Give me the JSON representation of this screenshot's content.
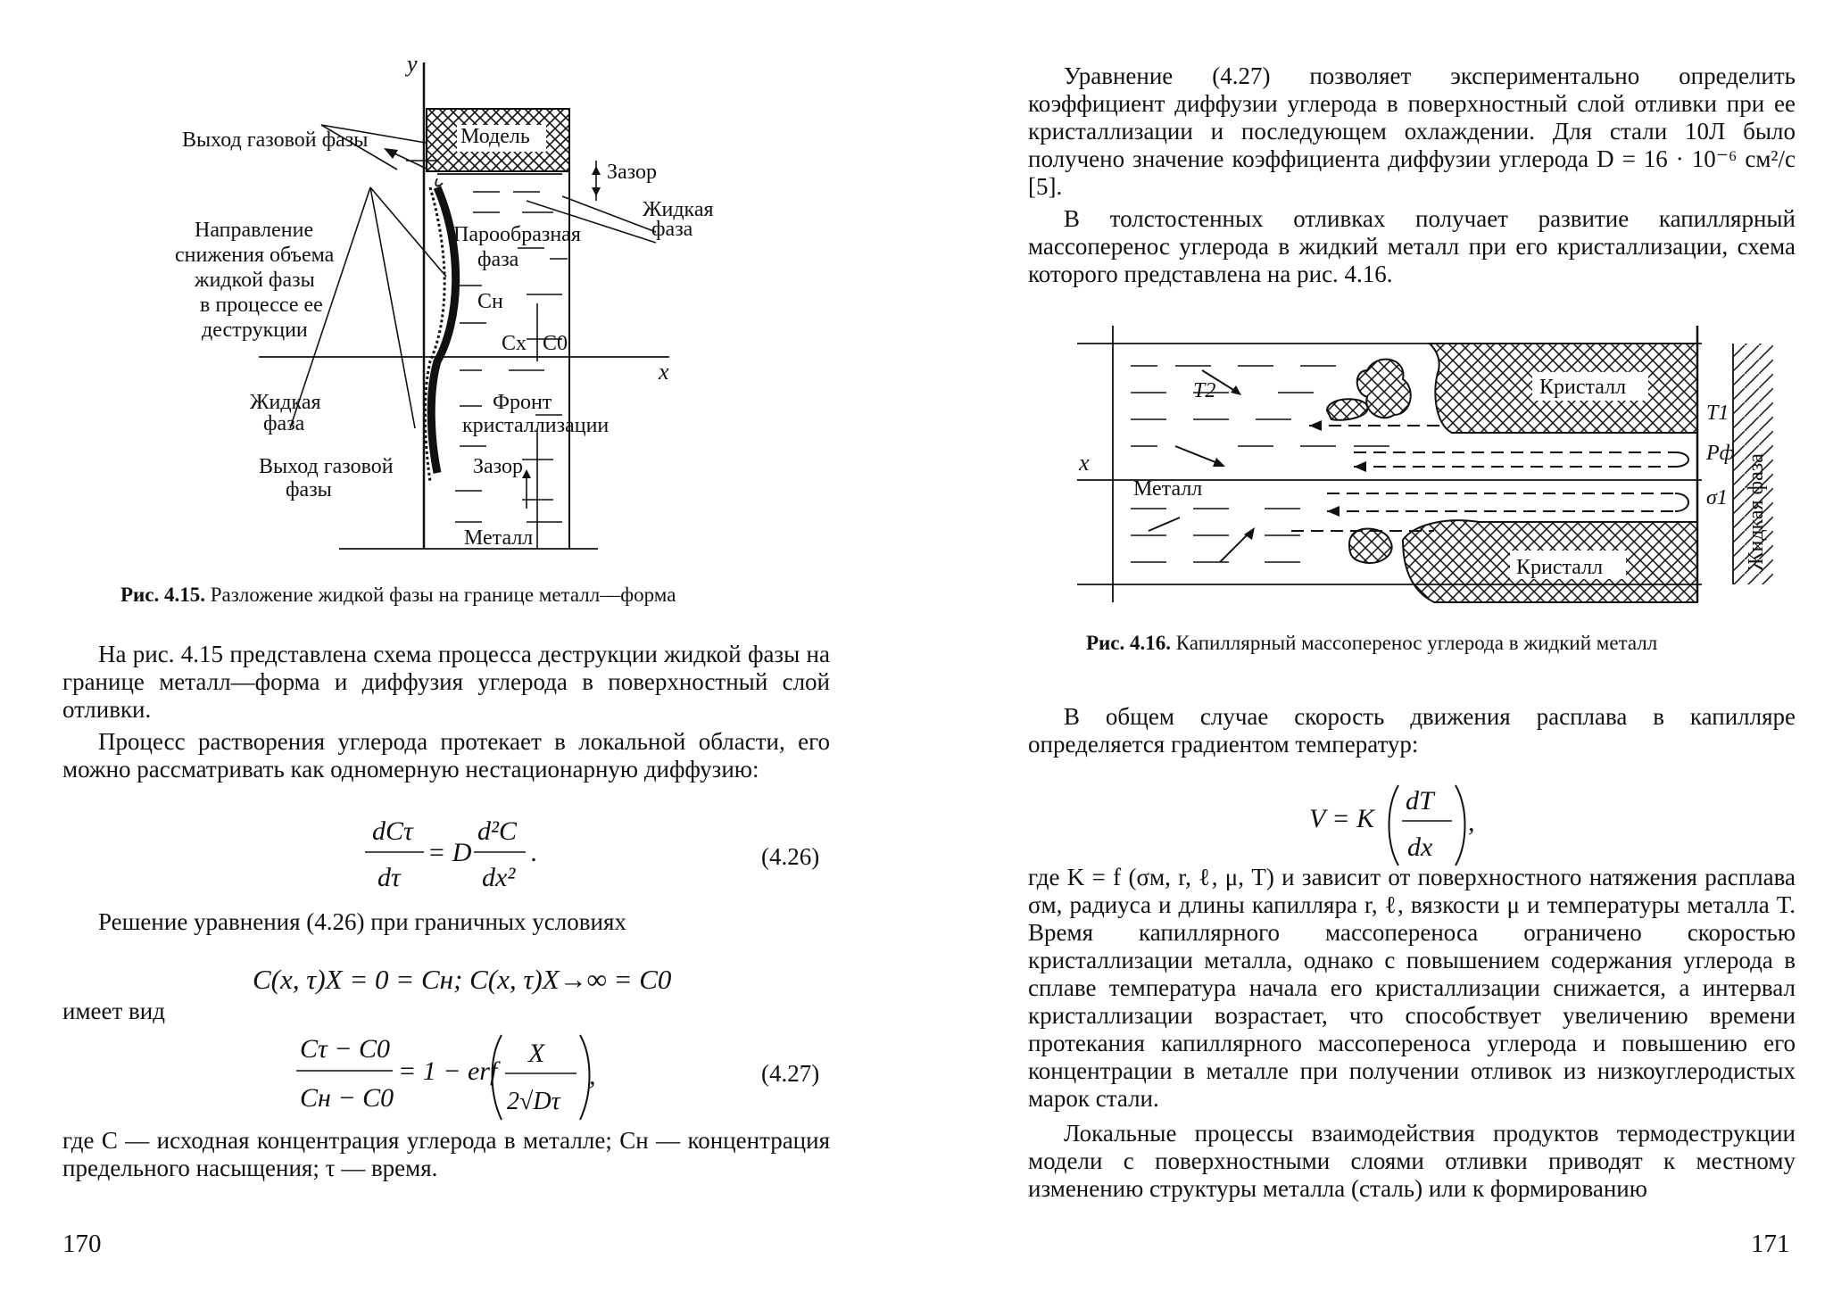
{
  "left_page": {
    "figure": {
      "labels": {
        "y_axis": "y",
        "x_axis": "x",
        "model": "Модель",
        "gap_top": "Зазор",
        "liquid_phase_right_1": "Жидкая",
        "liquid_phase_right_2": "фаза",
        "gas_exit_top": "Выход газовой фазы",
        "direction_1": "Направление",
        "direction_2": "снижения объема",
        "direction_3": "жидкой фазы",
        "direction_4": "в процессе ее",
        "direction_5": "деструкции",
        "vapor_1": "Парообразная",
        "vapor_2": "фаза",
        "c_n": "Cн",
        "c_x": "Cx",
        "c_0": "C0",
        "liquid_left_1": "Жидкая",
        "liquid_left_2": "фаза",
        "front_1": "Фронт",
        "front_2": "кристаллизации",
        "gas_exit_bottom_1": "Выход газовой",
        "gas_exit_bottom_2": "фазы",
        "gap_bottom": "Зазор",
        "metal": "Металл"
      },
      "caption_number": "Рис. 4.15.",
      "caption_text": "Разложение жидкой фазы на границе металл—форма"
    },
    "paragraphs": [
      "На рис. 4.15 представлена схема процесса деструкции жидкой фазы на границе металл—форма и диффузия углерода в поверхностный слой отливки.",
      "Процесс растворения углерода протекает в локальной области, его можно рассматривать как одномерную нестационарную диффузию:",
      "Решение уравнения (4.26) при граничных условиях",
      "имеет вид",
      "где C — исходная концентрация углерода в металле; Cн — концентрация предельного насыщения; τ — время."
    ],
    "equations": {
      "eq_426_label": "(4.26)",
      "eq_427_label": "(4.27)",
      "eq_426_numerator_left": "dCτ",
      "eq_426_denominator_left": "dτ",
      "eq_426_equals": "= D",
      "eq_426_numerator_right": "d²C",
      "eq_426_denominator_right": "dx²",
      "boundary_conditions": "C(x, τ)X = 0 = Cн;  C(x, τ)X→∞ = C0",
      "eq_427_numerator": "Cτ − C0",
      "eq_427_denominator": "Cн − C0",
      "eq_427_rhs": "= 1 − erf",
      "eq_427_inner_numerator": "X",
      "eq_427_inner_denominator": "2√Dτ"
    },
    "page_number": "170"
  },
  "right_page": {
    "paragraphs": [
      "Уравнение (4.27) позволяет экспериментально определить коэффициент диффузии углерода в поверхностный слой отливки при ее кристаллизации и последующем охлаждении. Для стали 10Л было получено значение коэффициента диффузии углерода D = 16 · 10⁻⁶ см²/с [5].",
      "В толстостенных отливках получает развитие капиллярный массоперенос углерода в жидкий металл при его кристаллизации, схема которого представлена на рис. 4.16.",
      "В общем случае скорость движения расплава в капилляре определяется градиентом температур:",
      "где K = f (σм, r, ℓ, μ, T) и зависит от поверхностного натяжения расплава σм, радиуса и длины капилляра r, ℓ, вязкости μ и температуры металла T. Время капиллярного массопереноса ограничено скоростью кристаллизации металла, однако с повышением содержания углерода в сплаве температура начала его кристаллизации снижается, а интервал кристаллизации возрастает, что способствует увеличению времени протекания капиллярного массопереноса углерода и повышению его концентрации в металле при получении отливок из низкоуглеродистых марок стали.",
      "Локальные процессы взаимодействия продуктов термодеструкции модели с поверхностными слоями отливки приводят к местному изменению структуры металла (сталь) или к формированию"
    ],
    "figure": {
      "labels": {
        "crystal_top": "Кристалл",
        "crystal_bottom": "Кристалл",
        "metal": "Металл",
        "x_axis": "x",
        "t2": "T2",
        "t1": "T1",
        "pf": "Pф",
        "sigma1": "σ1",
        "liquid_phase": "Жидкая фаза"
      },
      "caption_number": "Рис. 4.16.",
      "caption_text": "Капиллярный массоперенос углерода в жидкий металл"
    },
    "equation": {
      "lhs": "V = K",
      "numerator": "dT",
      "denominator": "dx",
      "tail": ","
    },
    "page_number": "171"
  }
}
